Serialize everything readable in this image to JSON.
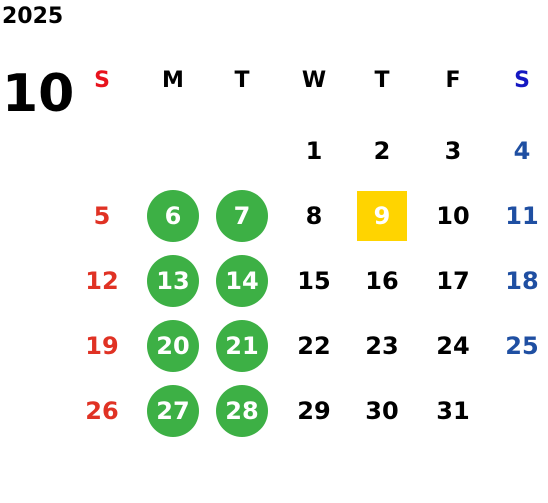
{
  "calendar": {
    "year": "2025",
    "month": "10",
    "weekdays": [
      {
        "label": "S",
        "kind": "sunday"
      },
      {
        "label": "M",
        "kind": "weekday"
      },
      {
        "label": "T",
        "kind": "weekday"
      },
      {
        "label": "W",
        "kind": "weekday"
      },
      {
        "label": "T",
        "kind": "weekday"
      },
      {
        "label": "F",
        "kind": "weekday"
      },
      {
        "label": "S",
        "kind": "saturday"
      }
    ],
    "weeks": [
      [
        null,
        null,
        null,
        {
          "day": "1"
        },
        {
          "day": "2"
        },
        {
          "day": "3"
        },
        {
          "day": "4"
        }
      ],
      [
        {
          "day": "5"
        },
        {
          "day": "6",
          "highlight": "circle"
        },
        {
          "day": "7",
          "highlight": "circle"
        },
        {
          "day": "8"
        },
        {
          "day": "9",
          "highlight": "square"
        },
        {
          "day": "10"
        },
        {
          "day": "11"
        }
      ],
      [
        {
          "day": "12"
        },
        {
          "day": "13",
          "highlight": "circle"
        },
        {
          "day": "14",
          "highlight": "circle"
        },
        {
          "day": "15"
        },
        {
          "day": "16"
        },
        {
          "day": "17"
        },
        {
          "day": "18"
        }
      ],
      [
        {
          "day": "19"
        },
        {
          "day": "20",
          "highlight": "circle"
        },
        {
          "day": "21",
          "highlight": "circle"
        },
        {
          "day": "22"
        },
        {
          "day": "23"
        },
        {
          "day": "24"
        },
        {
          "day": "25"
        }
      ],
      [
        {
          "day": "26"
        },
        {
          "day": "27",
          "highlight": "circle"
        },
        {
          "day": "28",
          "highlight": "circle"
        },
        {
          "day": "29"
        },
        {
          "day": "30"
        },
        {
          "day": "31"
        },
        null
      ]
    ]
  },
  "colors": {
    "sunday_header": "#e8131d",
    "saturday_header": "#1518c2",
    "sunday_day": "#e03224",
    "saturday_day": "#1f4fa2",
    "default": "#000000",
    "circle_fill": "#3db045",
    "square_fill": "#ffd400",
    "highlight_text": "#ffffff"
  }
}
